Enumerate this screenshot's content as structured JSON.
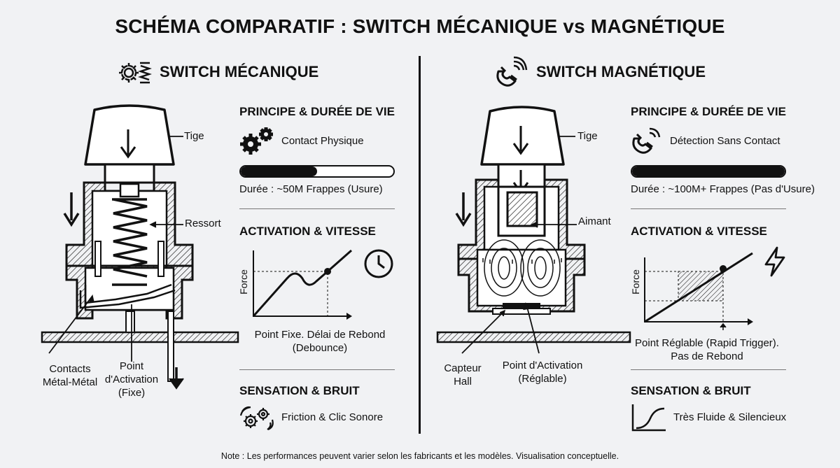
{
  "title": "SCHÉMA COMPARATIF : SWITCH MÉCANIQUE vs MAGNÉTIQUE",
  "note": "Note : Les performances peuvent varier selon les fabricants et les modèles. Visualisation conceptuelle.",
  "mechanical": {
    "heading": "SWITCH MÉCANIQUE",
    "labels": {
      "stem": "Tige",
      "spring": "Ressort",
      "contacts_1": "Contacts",
      "contacts_2": "Métal-Métal",
      "activation_1": "Point",
      "activation_2": "d'Activation",
      "activation_3": "(Fixe)"
    },
    "principle": {
      "heading": "PRINCIPE & DURÉE DE VIE",
      "contact": "Contact Physique",
      "lifespan": "Durée : ~50M Frappes (Usure)",
      "lifespan_fill": 0.5
    },
    "activation": {
      "heading": "ACTIVATION & VITESSE",
      "axis": "Force",
      "caption_1": "Point Fixe. Délai de Rebond",
      "caption_2": "(Debounce)"
    },
    "feel": {
      "heading": "SENSATION & BRUIT",
      "text": "Friction & Clic Sonore"
    }
  },
  "magnetic": {
    "heading": "SWITCH MAGNÉTIQUE",
    "labels": {
      "stem": "Tige",
      "magnet": "Aimant",
      "sensor_1": "Capteur",
      "sensor_2": "Hall",
      "activation_1": "Point d'Activation",
      "activation_2": "(Réglable)"
    },
    "principle": {
      "heading": "PRINCIPE & DURÉE DE VIE",
      "contact": "Détection Sans Contact",
      "lifespan": "Durée : ~100M+ Frappes (Pas d'Usure)",
      "lifespan_fill": 1.0
    },
    "activation": {
      "heading": "ACTIVATION & VITESSE",
      "axis": "Force",
      "caption_1": "Point Réglable (Rapid Trigger).",
      "caption_2": "Pas de Rebond"
    },
    "feel": {
      "heading": "SENSATION & BRUIT",
      "text": "Très Fluide & Silencieux"
    }
  }
}
